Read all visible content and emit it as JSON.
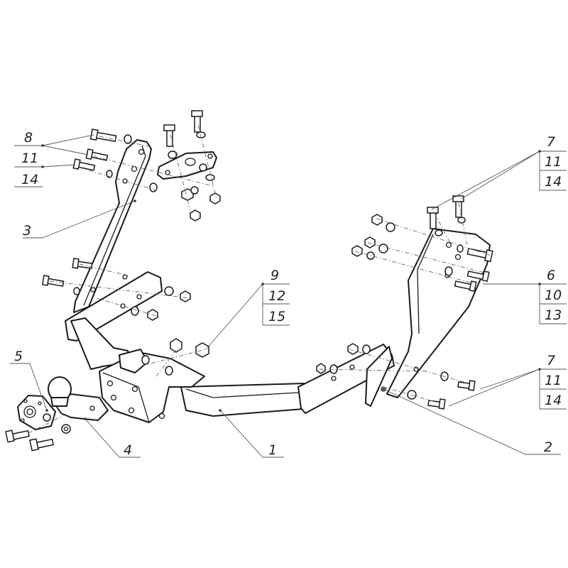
{
  "callouts": {
    "part1": "1",
    "part2": "2",
    "part3": "3",
    "part4": "4",
    "part5": "5",
    "group_upper_left": [
      "8",
      "11",
      "14"
    ],
    "group_center": [
      "9",
      "12",
      "15"
    ],
    "group_upper_right": [
      "7",
      "11",
      "14"
    ],
    "group_right": [
      "6",
      "10",
      "13"
    ],
    "group_lower_right": [
      "7",
      "11",
      "14"
    ]
  }
}
